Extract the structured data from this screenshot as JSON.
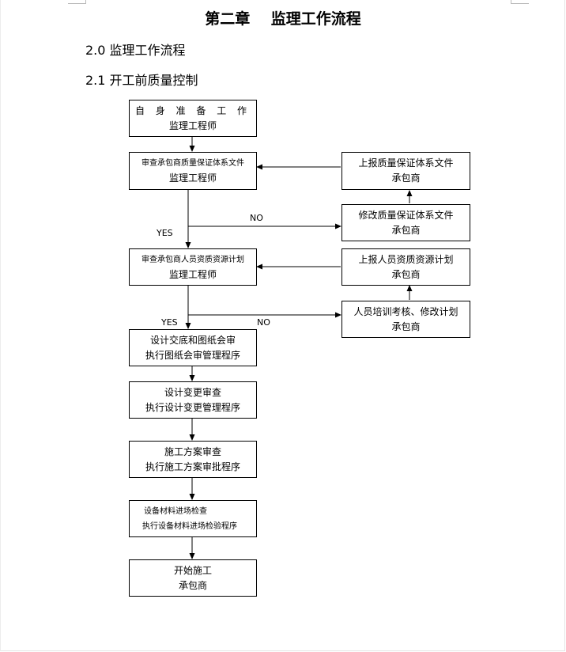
{
  "document": {
    "chapter_title": "第二章    监理工作流程",
    "section_heading": "2.0 监理工作流程",
    "subsection_heading": "2.1 开工前质量控制"
  },
  "flowchart": {
    "boxes": {
      "self_prep": {
        "line1": "自 身 准 备 工 作",
        "line2": "监理工程师"
      },
      "review_qa": {
        "line1": "审查承包商质量保证体系文件",
        "line2": "监理工程师"
      },
      "submit_qa": {
        "line1": "上报质量保证体系文件",
        "line2": "承包商"
      },
      "revise_qa": {
        "line1": "修改质量保证体系文件",
        "line2": "承包商"
      },
      "review_staff": {
        "line1": "审查承包商人员资质资源计划",
        "line2": "监理工程师"
      },
      "submit_staff": {
        "line1": "上报人员资质资源计划",
        "line2": "承包商"
      },
      "training": {
        "line1": "人员培训考核、修改计划",
        "line2": "承包商"
      },
      "design_briefing": {
        "line1": "设计交底和图纸会审",
        "line2": "执行图纸会审管理程序"
      },
      "design_change": {
        "line1": "设计变更审查",
        "line2": "执行设计变更管理程序"
      },
      "construction_plan": {
        "line1": "施工方案审查",
        "line2": "执行施工方案审批程序"
      },
      "equipment_check": {
        "line1": "设备材料进场检查",
        "line2": "执行设备材料进场检验程序"
      },
      "start": {
        "line1": "开始施工",
        "line2": "承包商"
      }
    },
    "labels": {
      "no_1": "NO",
      "yes_1": "YES",
      "yes_2": "YES",
      "no_2": "NO"
    }
  }
}
